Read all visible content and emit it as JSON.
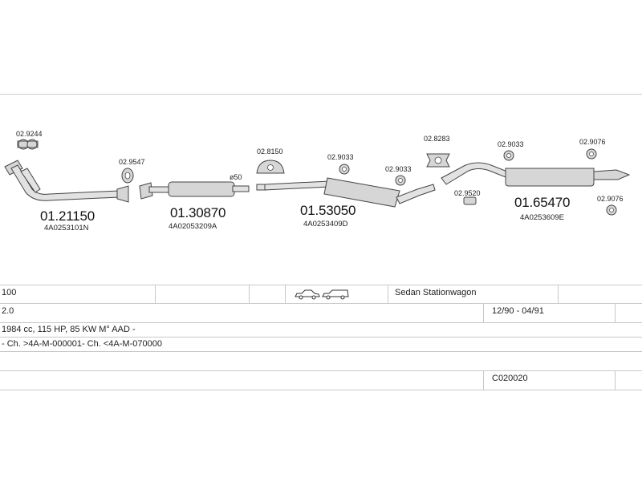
{
  "parts": {
    "part1": {
      "number": "01.21150",
      "oem": "4A0253101N",
      "gasket_code": "02.9244",
      "clamp_code": "02.9547"
    },
    "part2": {
      "number": "01.30870",
      "oem": "4A02053209A",
      "diameter_label": "ø50"
    },
    "part3": {
      "number": "01.53050",
      "oem": "4A0253409D",
      "clamp_code": "02.8150",
      "mount_code_1": "02.9033",
      "mount_code_2": "02.9033"
    },
    "part4": {
      "number": "01.65470",
      "oem": "4A0253609E",
      "mount_code_top": "02.8283",
      "ring_code": "02.9520",
      "mount_code": "02.9033",
      "rubber_code_1": "02.9076",
      "rubber_code_2": "02.9076"
    }
  },
  "table": {
    "row1": {
      "model": "100",
      "body_type": "Sedan  Stationwagon"
    },
    "row2": {
      "engine": "2.0",
      "years": "12/90 - 04/91"
    },
    "row3": {
      "spec": "1984 cc, 115 HP, 85 KW M° AAD -"
    },
    "row4": {
      "chassis": "- Ch. >4A-M-000001- Ch. <4A-M-070000"
    },
    "row6": {
      "catalog_code": "C020020"
    }
  },
  "colors": {
    "part_fill": "#d6d6d6",
    "outline": "#444444",
    "grid": "#c8c8c8"
  },
  "icons": [
    "sedan-icon",
    "stationwagon-icon"
  ]
}
